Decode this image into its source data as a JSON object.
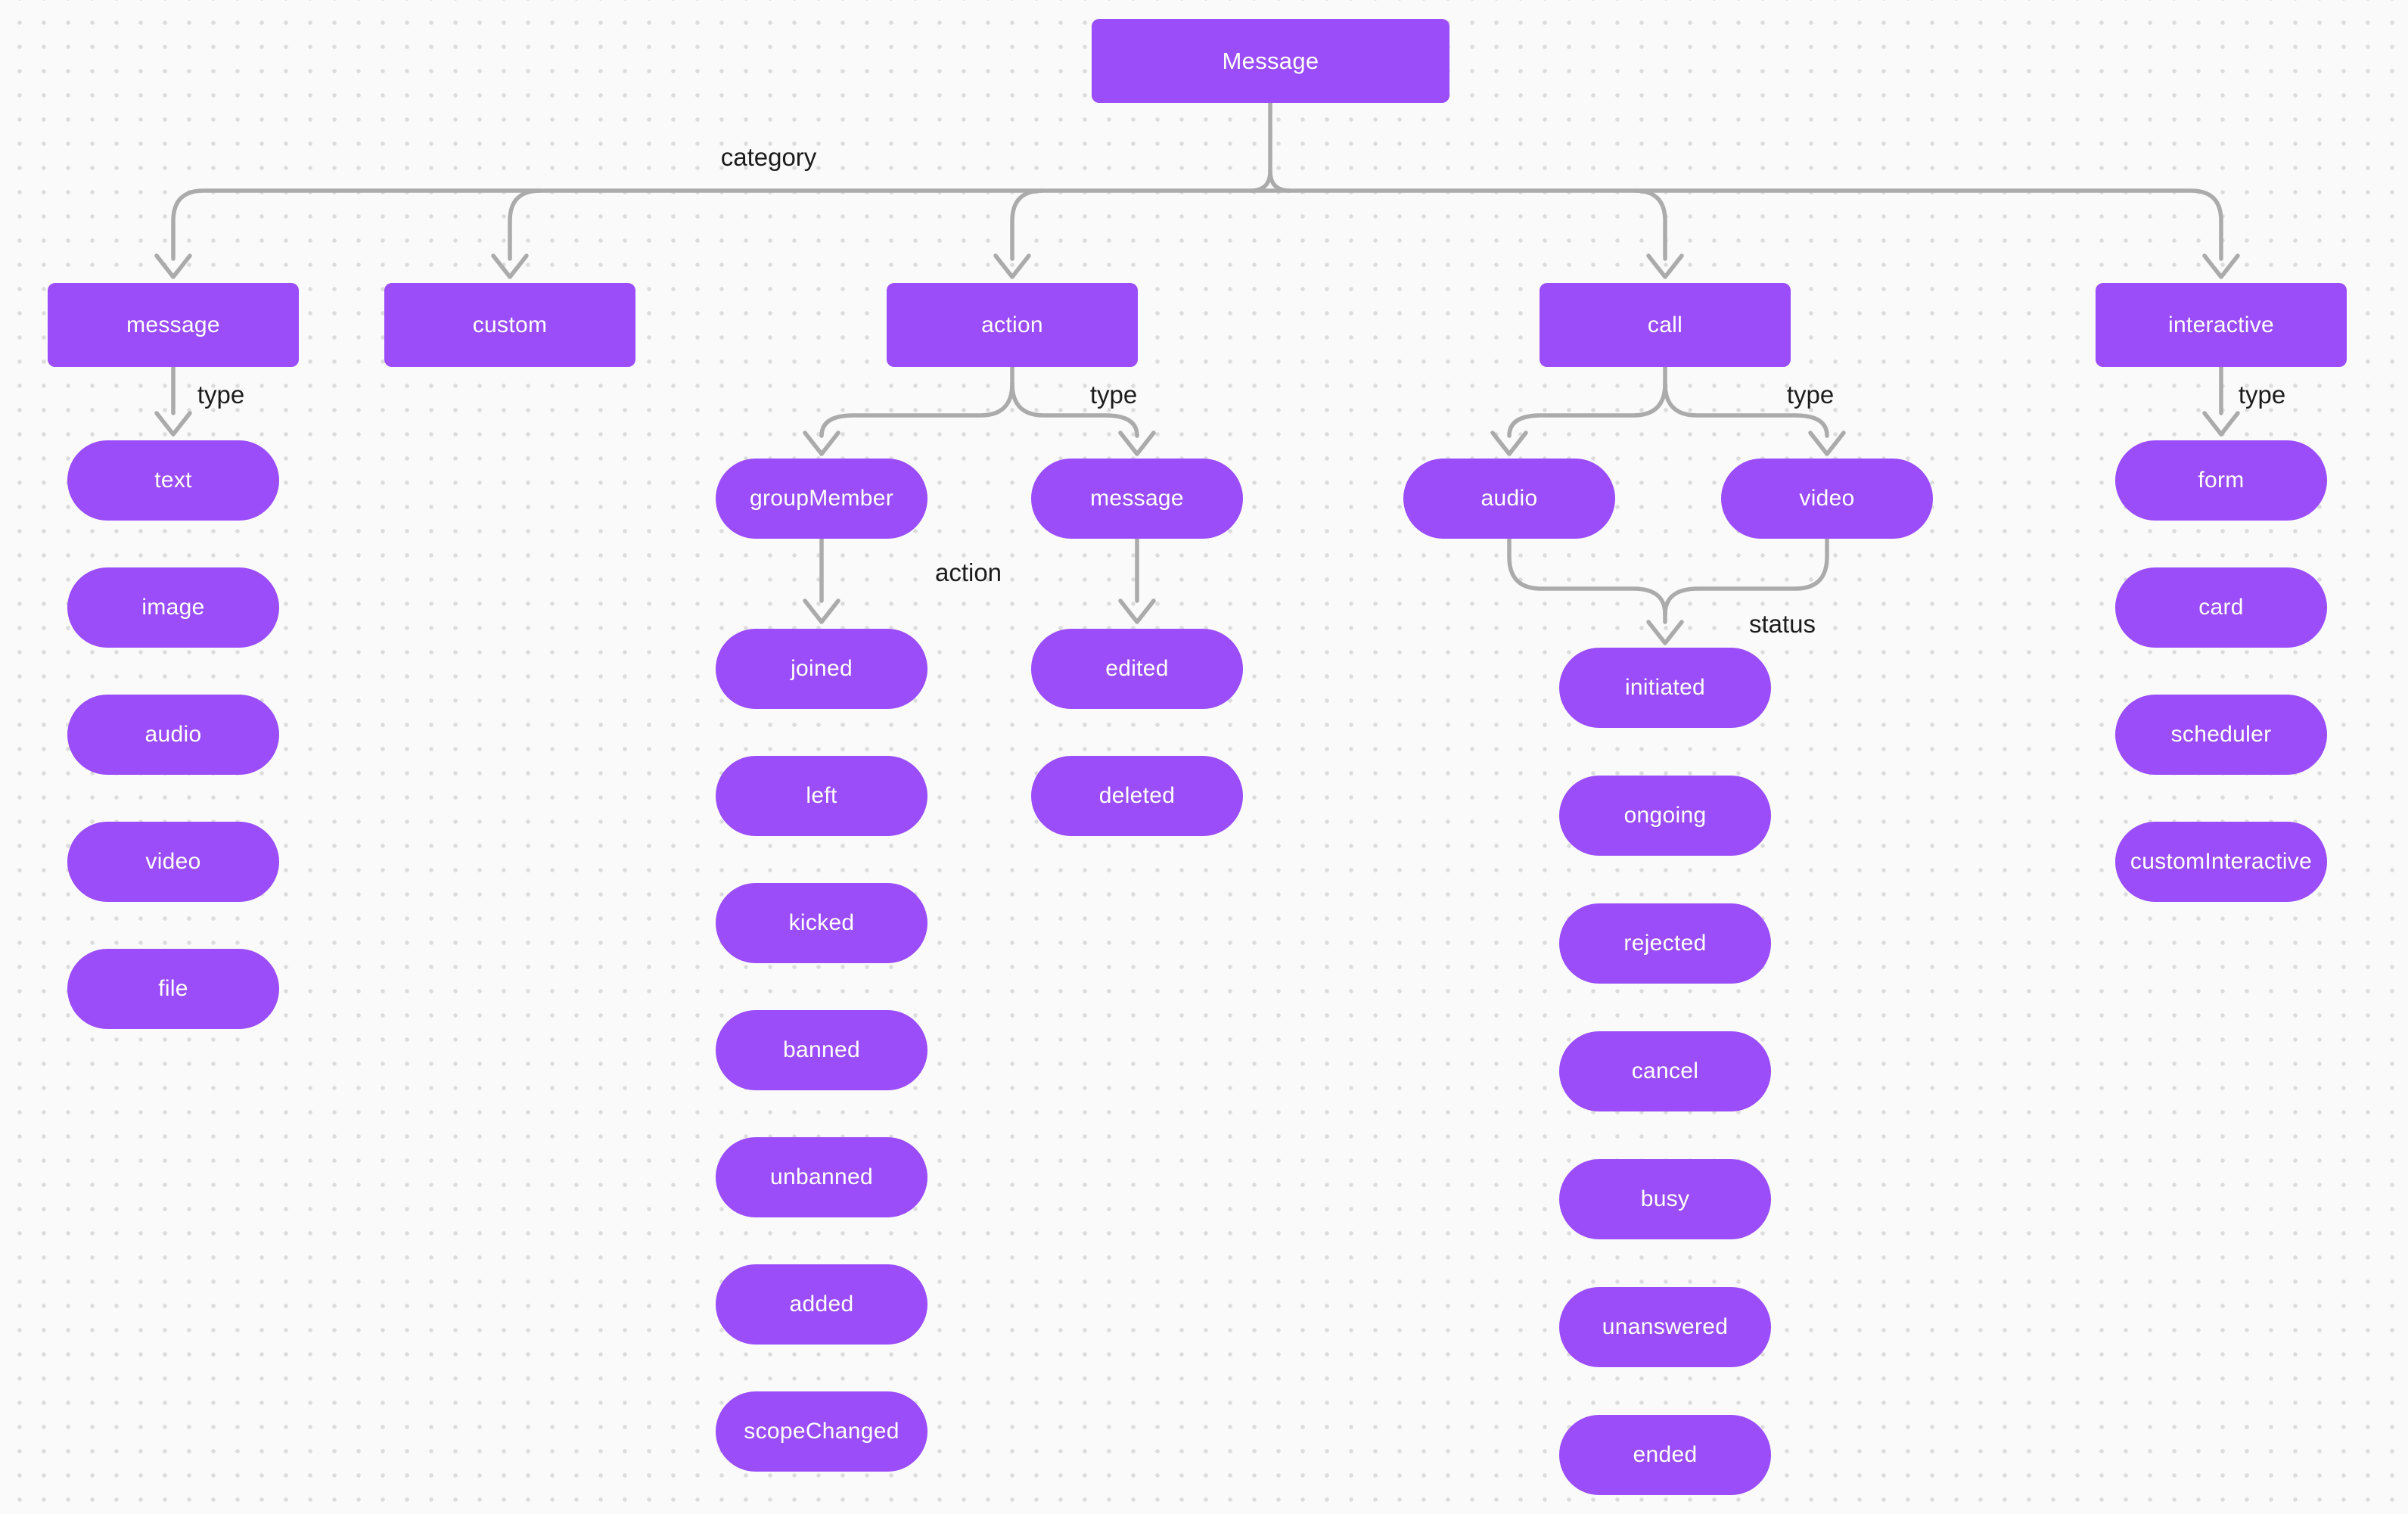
{
  "colors": {
    "background": "#FAFAFA",
    "dot_grid": "#DCDCDC",
    "node_fill": "#9A4DF8",
    "node_text": "#FFFFFF",
    "edge_stroke": "#ABABAB",
    "edge_label_text": "#1C1C1C"
  },
  "root": {
    "label": "Message"
  },
  "edge_labels": {
    "category": "category",
    "message_type": "type",
    "action_type": "type",
    "call_type": "type",
    "interactive_type": "type",
    "group_member_action": "action",
    "call_status": "status"
  },
  "categories": {
    "message": {
      "label": "message",
      "types": [
        "text",
        "image",
        "audio",
        "video",
        "file"
      ]
    },
    "custom": {
      "label": "custom"
    },
    "action": {
      "label": "action",
      "types": {
        "groupMember": {
          "label": "groupMember",
          "actions": [
            "joined",
            "left",
            "kicked",
            "banned",
            "unbanned",
            "added",
            "scopeChanged"
          ]
        },
        "message": {
          "label": "message",
          "actions": [
            "edited",
            "deleted"
          ]
        }
      }
    },
    "call": {
      "label": "call",
      "types": {
        "audio": {
          "label": "audio"
        },
        "video": {
          "label": "video"
        }
      },
      "statuses": [
        "initiated",
        "ongoing",
        "rejected",
        "cancel",
        "busy",
        "unanswered",
        "ended"
      ]
    },
    "interactive": {
      "label": "interactive",
      "types": [
        "form",
        "card",
        "scheduler",
        "customInteractive"
      ]
    }
  }
}
